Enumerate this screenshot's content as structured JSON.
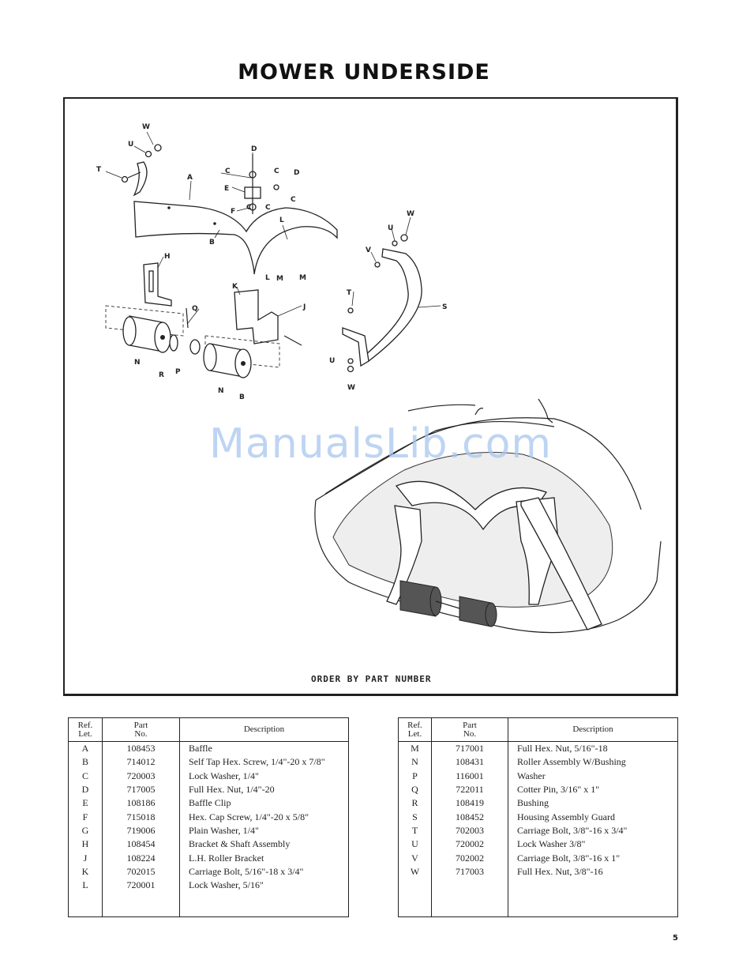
{
  "page": {
    "title": "MOWER UNDERSIDE",
    "page_number": "5",
    "watermark": "ManualsLib.com"
  },
  "figure": {
    "note": "ORDER BY PART NUMBER",
    "callouts": [
      "W",
      "U",
      "T",
      "A",
      "D",
      "C",
      "C",
      "E",
      "C",
      "D",
      "C",
      "F",
      "C",
      "B",
      "L",
      "M",
      "L",
      "M",
      "H",
      "K",
      "J",
      "Q",
      "N",
      "R",
      "P",
      "N",
      "B",
      "W",
      "U",
      "V",
      "S",
      "T",
      "U",
      "W"
    ]
  },
  "table_headers": {
    "ref": [
      "Ref.",
      "Let."
    ],
    "part": [
      "Part",
      "No."
    ],
    "desc": "Description"
  },
  "parts_left": [
    {
      "let": "A",
      "num": "108453",
      "desc": "Baffle"
    },
    {
      "let": "B",
      "num": "714012",
      "desc": "Self Tap Hex. Screw, 1/4\"-20 x 7/8\""
    },
    {
      "let": "C",
      "num": "720003",
      "desc": "Lock Washer, 1/4\""
    },
    {
      "let": "D",
      "num": "717005",
      "desc": "Full Hex. Nut, 1/4\"-20"
    },
    {
      "let": "E",
      "num": "108186",
      "desc": "Baffle Clip"
    },
    {
      "let": "F",
      "num": "715018",
      "desc": "Hex. Cap Screw, 1/4\"-20 x 5/8\""
    },
    {
      "let": "G",
      "num": "719006",
      "desc": "Plain Washer, 1/4\""
    },
    {
      "let": "H",
      "num": "108454",
      "desc": "Bracket & Shaft Assembly"
    },
    {
      "let": "J",
      "num": "108224",
      "desc": "L.H. Roller Bracket"
    },
    {
      "let": "K",
      "num": "702015",
      "desc": "Carriage Bolt, 5/16\"-18 x 3/4\""
    },
    {
      "let": "L",
      "num": "720001",
      "desc": "Lock Washer, 5/16\""
    }
  ],
  "parts_right": [
    {
      "let": "M",
      "num": "717001",
      "desc": "Full Hex. Nut, 5/16\"-18"
    },
    {
      "let": "N",
      "num": "108431",
      "desc": "Roller Assembly W/Bushing"
    },
    {
      "let": "P",
      "num": "116001",
      "desc": "Washer"
    },
    {
      "let": "Q",
      "num": "722011",
      "desc": "Cotter Pin, 3/16\" x 1\""
    },
    {
      "let": "R",
      "num": "108419",
      "desc": "Bushing"
    },
    {
      "let": "S",
      "num": "108452",
      "desc": "Housing Assembly Guard"
    },
    {
      "let": "T",
      "num": "702003",
      "desc": "Carriage Bolt, 3/8\"-16 x 3/4\""
    },
    {
      "let": "U",
      "num": "720002",
      "desc": "Lock Washer 3/8\""
    },
    {
      "let": "V",
      "num": "702002",
      "desc": "Carriage Bolt, 3/8\"-16 x 1\""
    },
    {
      "let": "W",
      "num": "717003",
      "desc": "Full Hex. Nut, 3/8\"-16"
    }
  ]
}
